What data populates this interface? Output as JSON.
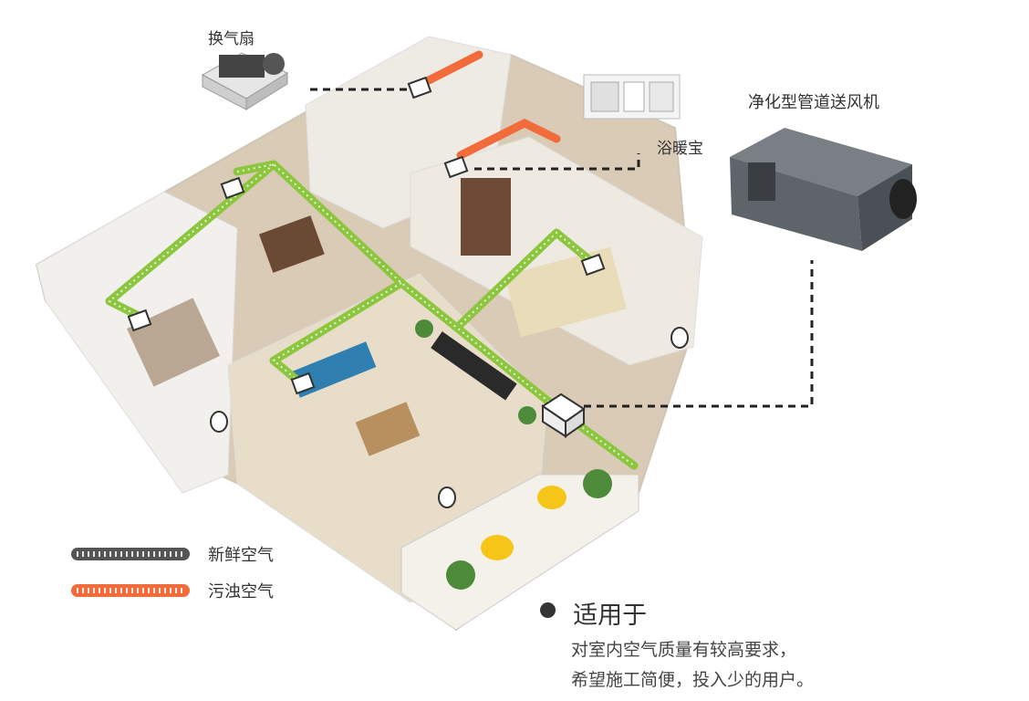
{
  "labels": {
    "exhaust_fan": "换气扇",
    "bath_heater": "浴暖宝",
    "purifier_unit": "净化型管道送风机"
  },
  "legend": {
    "fresh_air": "新鲜空气",
    "dirty_air": "污浊空气"
  },
  "applies": {
    "title": "适用于",
    "line1": "对室内空气质量有较高要求，",
    "line2": "希望施工简便，投入少的用户。"
  },
  "colors": {
    "fresh_duct": "#8cc63f",
    "dirty_duct": "#f26b3a",
    "legend_fresh": "#555555",
    "legend_dirty": "#f26b3a",
    "text": "#333333",
    "wall": "#f2f0ec",
    "floor": "#d9cbb5"
  }
}
